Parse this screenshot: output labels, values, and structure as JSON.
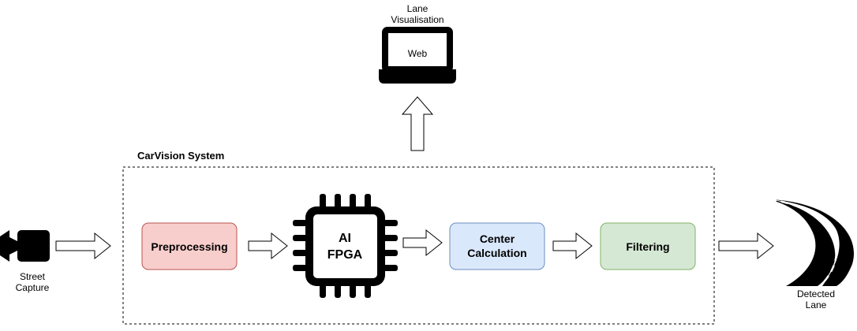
{
  "system": {
    "title": "CarVision System"
  },
  "camera": {
    "label_line1": "Street",
    "label_line2": "Capture",
    "icon": "video-camera-icon"
  },
  "laptop": {
    "label_line1": "Lane",
    "label_line2": "Visualisation",
    "screen_text": "Web",
    "icon": "laptop-icon"
  },
  "road": {
    "label_line1": "Detected",
    "label_line2": "Lane",
    "icon": "road-icon"
  },
  "chip": {
    "line1": "AI",
    "line2": "FPGA",
    "icon": "chip-icon"
  },
  "blocks": {
    "preprocessing": {
      "label": "Preprocessing",
      "fill": "#f8cecc",
      "stroke": "#b85450"
    },
    "center": {
      "line1": "Center",
      "line2": "Calculation",
      "fill": "#dae8fc",
      "stroke": "#6c8ebf"
    },
    "filtering": {
      "label": "Filtering",
      "fill": "#d5e8d4",
      "stroke": "#82b366"
    }
  }
}
